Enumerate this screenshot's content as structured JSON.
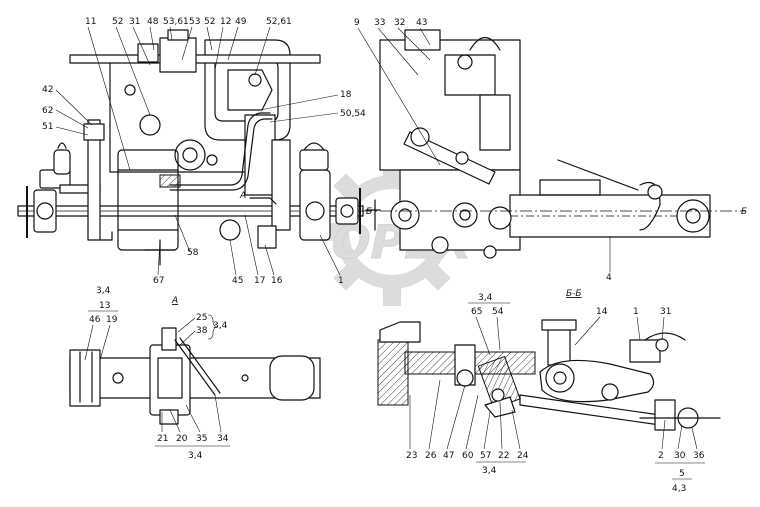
{
  "diagram": {
    "colors": {
      "ink": "#111111",
      "paper": "#ffffff",
      "watermark": "#d9d9d9"
    },
    "watermark": {
      "text": "ОРЕХ",
      "kind": "logo"
    },
    "main_view": {
      "callouts": [
        "11",
        "52",
        "31",
        "48",
        "53,61",
        "53",
        "52",
        "12",
        "49",
        "52,61",
        "42",
        "62",
        "51",
        "18",
        "50,54",
        "58",
        "67",
        "45",
        "17",
        "16",
        "1",
        "9",
        "33",
        "32",
        "43",
        "4"
      ],
      "view_arrow_a": "А",
      "section_markers": [
        "Б",
        "Б"
      ]
    },
    "view_a": {
      "title": "А",
      "top_group": {
        "upper": "3,4",
        "lower": "13"
      },
      "top_labels": [
        "46",
        "19"
      ],
      "right_brace": {
        "items": [
          "25",
          "38"
        ],
        "value": "3,4"
      },
      "bottom_labels": [
        "21",
        "20",
        "35",
        "34"
      ],
      "bottom_group": "3,4"
    },
    "section_b": {
      "title": "Б-Б",
      "top_group": {
        "upper": "3,4",
        "items": [
          "65",
          "54"
        ]
      },
      "top_labels": [
        "14",
        "1",
        "31"
      ],
      "bottom_labels": [
        "23",
        "26",
        "47",
        "60",
        "57",
        "22",
        "24"
      ],
      "bottom_group_1": "3,4",
      "right_labels": [
        "2",
        "30",
        "36"
      ],
      "right_group": {
        "upper": "5",
        "lower": "4,3"
      }
    }
  }
}
